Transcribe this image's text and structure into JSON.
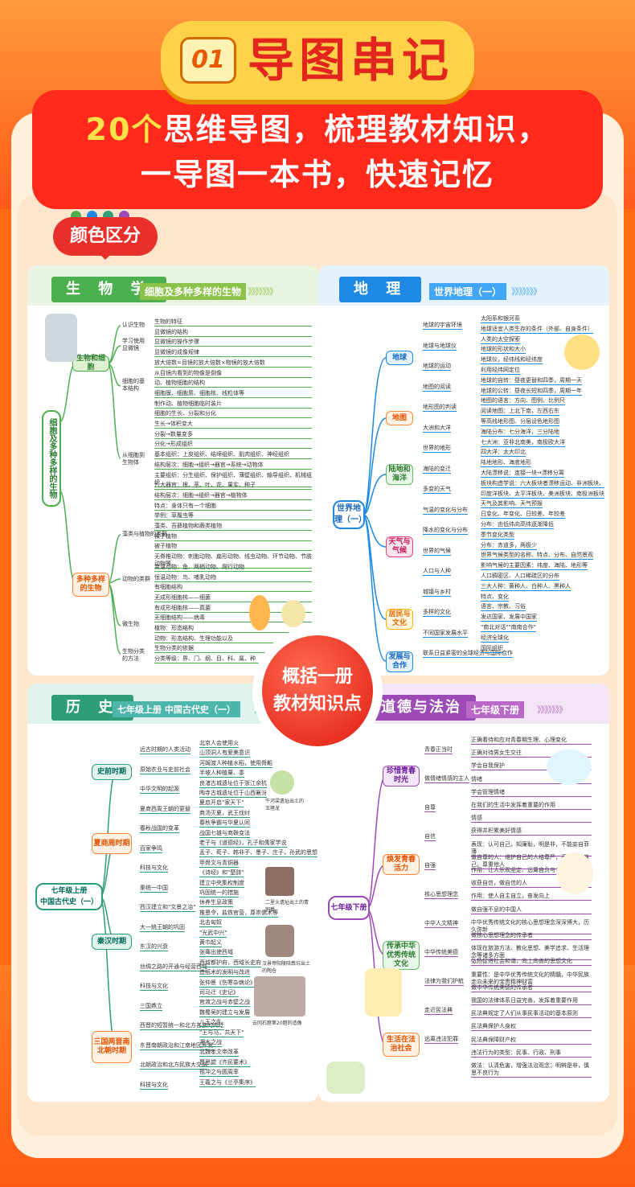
{
  "header": {
    "badge_num": "01",
    "badge_title": "导图串记",
    "headline_highlight": "20个",
    "headline_rest": "思维导图，梳理教材知识，",
    "headline2": "一导图一本书，快速记忆"
  },
  "colors": {
    "bio": "#4caf50",
    "geo": "#1e88e5",
    "hist": "#2e9e7a",
    "ethics": "#9c4bb6",
    "accent": "#e8302a"
  },
  "tag": {
    "label": "颜色区分"
  },
  "center": {
    "line1": "概括一册",
    "line2": "教材知识点"
  },
  "biology": {
    "tab": "生 物 学",
    "subtitle": "细胞及多种多样的生物",
    "chevrons": "》》》》》》》",
    "root": "细胞及多种多样的生物",
    "branches": [
      {
        "label": "生物和细胞"
      },
      {
        "label": "多种多样的生物"
      }
    ],
    "l2": [
      "认识生物",
      "学习使用显微镜",
      "细胞的基本结构",
      "从细胞到生物体",
      "藻类与植物的类群",
      "动物的类群",
      "微生物",
      "生物分类的方法"
    ],
    "leaves": [
      "生物的特征",
      "显微镜的结构",
      "显微镜的操作步骤",
      "显微镜的成像规律",
      "放大倍数=目镜的放大倍数×物镜的放大倍数",
      "从目镜内看到的物像是倒像",
      "动、植物细胞的结构",
      "细胞膜、细胞质、细胞核、线粒体等",
      "制作动、植物细胞临时装片",
      "细胞的生长、分裂和分化",
      "生长→体积变大",
      "分裂→数量变多",
      "分化→形成组织",
      "基本组织：上皮组织、结缔组织、肌肉组织、神经组织",
      "结构层次：细胞→组织→器官→系统→动物体",
      "主要组织：分生组织、保护组织、薄壁组织、输导组织、机械组织",
      "六大器官：根、茎、叶、花、果实、种子",
      "结构层次：细胞→组织→器官→植物体",
      "特点：身体只有一个细胞",
      "举例：草履虫等",
      "藻类、苔藓植物和蕨类植物",
      "裸子植物",
      "被子植物",
      "无脊椎动物：刺胞动物、扁形动物、线虫动物、环节动物、节肢动物等",
      "变温动物：鱼、两栖动物、爬行动物",
      "恒温动物：鸟、哺乳动物",
      "有细胞结构",
      "无成形细胞核——细菌",
      "有成形细胞核——真菌",
      "无细胞结构——病毒",
      "植物：形态结构",
      "动物：形态结构、生理功能以及",
      "生物分类的依据",
      "分类等级：界、门、纲、目、科、属、种"
    ]
  },
  "geography": {
    "tab": "地  理",
    "subtitle": "世界地理（一）",
    "chevrons": "》》》》》》》",
    "root": "世界地理（一）",
    "branches": [
      {
        "label": "地球"
      },
      {
        "label": "地图"
      },
      {
        "label": "陆地和海洋"
      },
      {
        "label": "天气与气候"
      },
      {
        "label": "居民与文化"
      },
      {
        "label": "发展与合作"
      }
    ],
    "l2": [
      "地球的宇宙环境",
      "地球与地球仪",
      "地球的运动",
      "地图的阅读",
      "地形图的判读",
      "大洲和大洋",
      "世界的地形",
      "海陆的变迁",
      "多变的天气",
      "气温的变化与分布",
      "降水的变化与分布",
      "世界的气候",
      "人口与人种",
      "城镇与乡村",
      "多样的文化",
      "不同国家发展水平",
      "联系日益紧密的全球经济与国际合作"
    ],
    "leaves": [
      "太阳系和银河系",
      "地球适宜人类生存的条件（外部、自身条件）",
      "人类的太空探索",
      "地球的形状和大小",
      "地球仪，经纬线和经纬度",
      "利用经纬网定位",
      "地球的自转：昼夜更替和四季，周期一天",
      "地球的公转：昼夜长短和四季，周期一年",
      "地图的语言：方向、图例、比例尺",
      "阅读地图：上北下南，左西右东",
      "等高线地形图、分层设色地形图",
      "海陆分布：七分海洋，三分陆地",
      "七大洲：亚非北南美，南极欧大洋",
      "四大洋：太大印北",
      "陆地地形、海底地形",
      "大陆漂移说：连接一块→漂移分离",
      "板块构造学说：六大板块者漂移运动、非洲板块、",
      "印度洋板块、太平洋板块、美洲板块、南极洲板块",
      "天气及其影响、天气预报",
      "日变化、年变化、日较差、年较差",
      "分布：由低纬向高纬逐渐降低",
      "季节变化类型",
      "分布：赤道多，两极少",
      "世界气候类型的名称、特点、分布、自然景观",
      "影响气候的主要因素：纬度、海陆、地形等",
      "人口稠密区、人口稀疏区的分布",
      "三大人种：黄种人、白种人、黑种人",
      "特点、变化",
      "语言、宗教、习俗",
      "发达国家、发展中国家",
      "\"南北对话\"\"南南合作\"",
      "经济全球化",
      "国际组织"
    ]
  },
  "history": {
    "tab": "历  史",
    "subtitle": "七年级上册  中国古代史（一）",
    "chevrons": "》》》》》》》",
    "root": "七年级上册\n中国古代史（一）",
    "branches": [
      {
        "label": "史前时期"
      },
      {
        "label": "夏商周时期"
      },
      {
        "label": "秦汉时期"
      },
      {
        "label": "三国两晋南北朝时期"
      }
    ],
    "l2": [
      "远古时期的人类活动",
      "原始农业与史前社会",
      "中华文明的起源",
      "夏商西周王朝的更替",
      "春秋战国的变革",
      "百家争鸣",
      "科技与文化",
      "秦统一中国",
      "西汉建立和\"文景之治\"",
      "大一统王朝的巩固",
      "东汉的兴衰",
      "丝绸之路的开通与经营西域",
      "科技与文化",
      "三国鼎立",
      "西晋的短暂统一和北方各族的内迁",
      "东晋南朝政治和江南地区开发",
      "北朝政治和北方民族大交融",
      "科技与文化"
    ],
    "leaves": [
      "北京人会使用火",
      "山顶洞人有爱美意识",
      "河姆渡人种植水稻，使用骨耜",
      "半坡人种植粟、黍",
      "良渚古城遗址位于浙江余杭",
      "陶寺古城遗址位于山西襄汾",
      "夏启开启\"家天下\"",
      "商汤灭夏，武王伐纣",
      "春秋争霸与华夏认同",
      "战国七雄与商鞅变法",
      "老子与《道德经》，孔子和儒家学说",
      "孟子、荀子、韩非子、墨子、庄子，孙武的思想",
      "甲骨文与青铜器",
      "《诗经》和\"楚辞\"",
      "建立中央集权制度",
      "巩固统一的措施",
      "休养生息政策",
      "推恩令，盐铁官营，尊崇儒术等",
      "北击匈奴",
      "\"光武中兴\"",
      "黄巾起义",
      "张骞出使西域",
      "西域都护府，西域长史府",
      "造纸术的发明与改进",
      "张仲景《伤寒杂病论》",
      "司马迁《史记》",
      "官渡之战与赤壁之战",
      "魏蜀吴的建立与发展",
      "八王之乱",
      "\"王与马，共天下\"",
      "淝水之战",
      "北魏孝文帝改革",
      "贾思勰《齐民要术》",
      "祖冲之与圆周率",
      "王羲之与《兰亭集序》"
    ],
    "captions": [
      "牛河梁遗址出土的玉猪龙",
      "二里头遗址出土的青铜爵",
      "汉景帝阳陵陪葬坑出土的陶仓",
      "云冈石窟第20窟的造像"
    ]
  },
  "ethics": {
    "tab": "道德与法治",
    "subtitle": "七年级下册",
    "chevrons": "》》》》》》》",
    "root": "七年级下册",
    "branches": [
      {
        "label": "珍惜青春时光"
      },
      {
        "label": "焕发青春活力"
      },
      {
        "label": "传承中华优秀传统文化"
      },
      {
        "label": "生活在法治社会"
      }
    ],
    "l2": [
      "青春正当时",
      "做情绪情感的主人",
      "自尊",
      "自信",
      "自强",
      "核心思想理念",
      "中华人文精神",
      "中华传统美德",
      "法律为我们护航",
      "走近民法典",
      "远离违法犯罪"
    ],
    "leaves": [
      "正确看待和应对青春期生理、心理变化",
      "正确对待男女生交往",
      "学会自我保护",
      "情绪",
      "学会管理情绪",
      "在我们的生活中发挥着重要的作用",
      "情感",
      "获得并积累美好情感",
      "表现：认可自己，知廉耻，明是非，不能妄自菲薄",
      "做自尊的人：维护自己的人格尊严，不断提升自己，尊重他人",
      "作用：让人乐观坚定、远离自负与自卑",
      "收获自信，做自信的人",
      "作用：使人自主自立，奋发向上",
      "做自强不息的中国人",
      "中华优秀传统文化的核心思想理念深深博大，历久弥新",
      "做核心思想理念的传承者",
      "体现在旅游方法、教化思想、美学追求、生活理念等诸多方面",
      "弘扬促进社会和谐，向上向善的思想文化",
      "重要性：是中华优秀传统文化的精髓，中华民族走向未来的宝贵精神财富",
      "做中华传统美德的传承者",
      "我国的法律体系日益完善，发挥着重要作用",
      "民法典规定了人们从事民事活动的基本原则",
      "民法典保护人身权",
      "民法典保障财产权",
      "违法行为的类型：民事、行政、刑事",
      "做法：认清危害，增强法治观念；明辨是非，慎思不良行为"
    ]
  }
}
